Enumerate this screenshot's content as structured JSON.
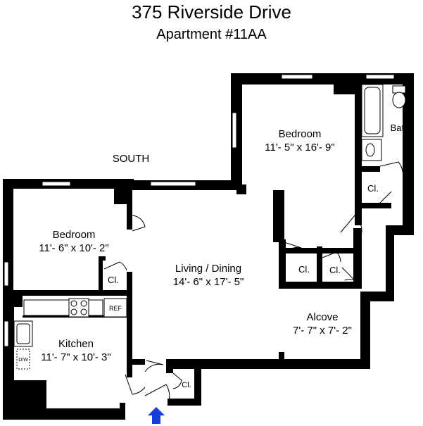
{
  "header": {
    "title": "375 Riverside Drive",
    "subtitle": "Apartment #11AA"
  },
  "compass": {
    "south": "SOUTH"
  },
  "rooms": {
    "bedroom_left": {
      "name": "Bedroom",
      "dims": "11'- 6\" x 10'- 2\""
    },
    "bedroom_right": {
      "name": "Bedroom",
      "dims": "11'- 5\" x 16'- 9\""
    },
    "bath": {
      "name": "Bath"
    },
    "living": {
      "name": "Living / Dining",
      "dims": "14'- 6\" x 17'- 5\""
    },
    "alcove": {
      "name": "Alcove",
      "dims": "7'- 7\" x 7'- 2\""
    },
    "kitchen": {
      "name": "Kitchen",
      "dims": "11'- 7\" x 10'- 3\""
    }
  },
  "closets": {
    "cl1": "Cl.",
    "cl2": "Cl.",
    "cl3": "Cl.",
    "cl4": "Cl.",
    "cl5": "Cl."
  },
  "fixtures": {
    "ref": "REF",
    "dw": "D/W"
  },
  "colors": {
    "wall": "#000000",
    "entry_arrow": "#1a3fd6"
  }
}
